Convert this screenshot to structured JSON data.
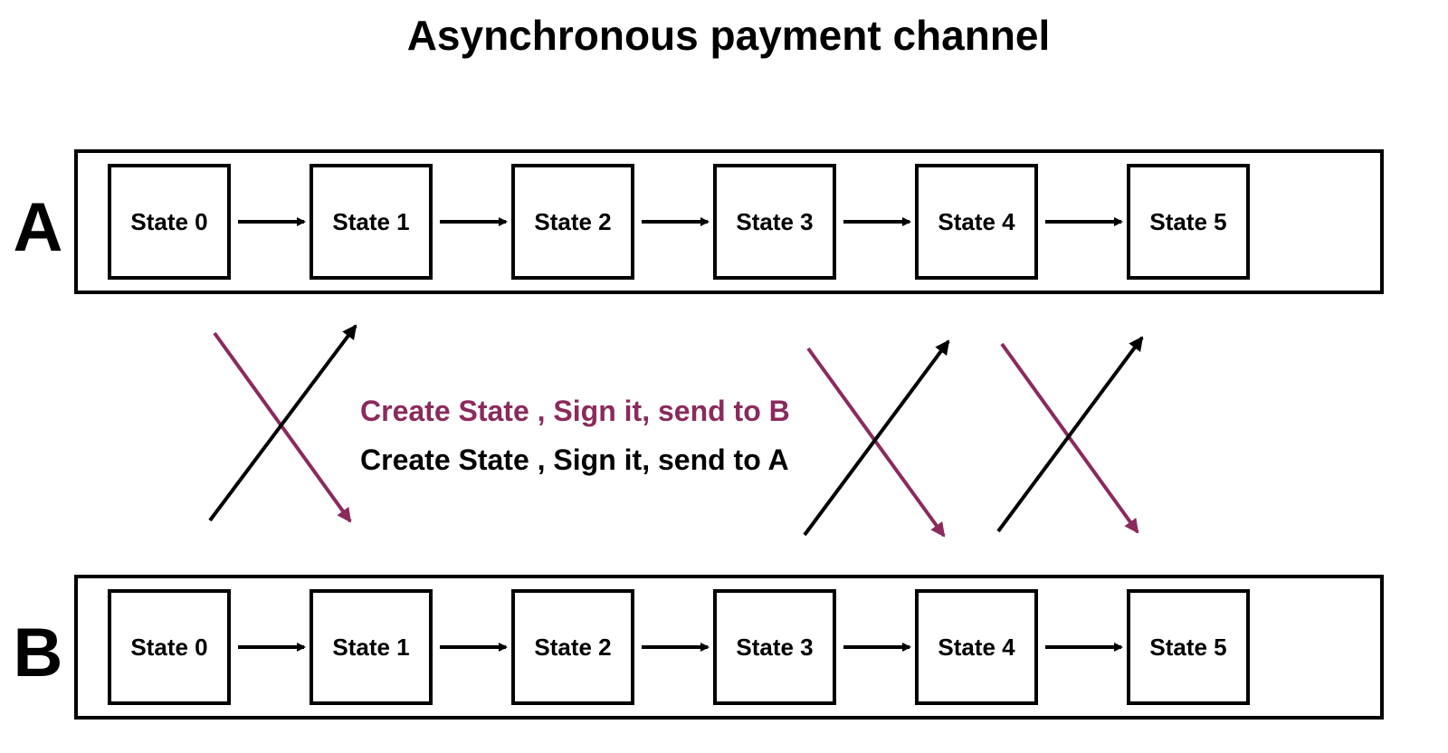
{
  "title": "Asynchronous payment channel",
  "colors": {
    "a_to_b": "#8b2a5c",
    "b_to_a": "#000000"
  },
  "parties": [
    {
      "label": "A",
      "states": [
        "State 0",
        "State  1",
        "State  2",
        "State  3",
        "State  4",
        "State  5"
      ]
    },
    {
      "label": "B",
      "states": [
        "State  0",
        "State  1",
        "State  2",
        "State  3",
        "State  4",
        "State  5"
      ]
    }
  ],
  "legend": {
    "a_to_b": "Create State , Sign it, send to B",
    "b_to_a": "Create State , Sign it, send to A"
  },
  "exchanges": [
    {
      "name": "exchange-1",
      "between_states": [
        0,
        1
      ]
    },
    {
      "name": "exchange-2",
      "between_states": [
        3,
        4
      ]
    },
    {
      "name": "exchange-3",
      "between_states": [
        4,
        5
      ]
    }
  ]
}
